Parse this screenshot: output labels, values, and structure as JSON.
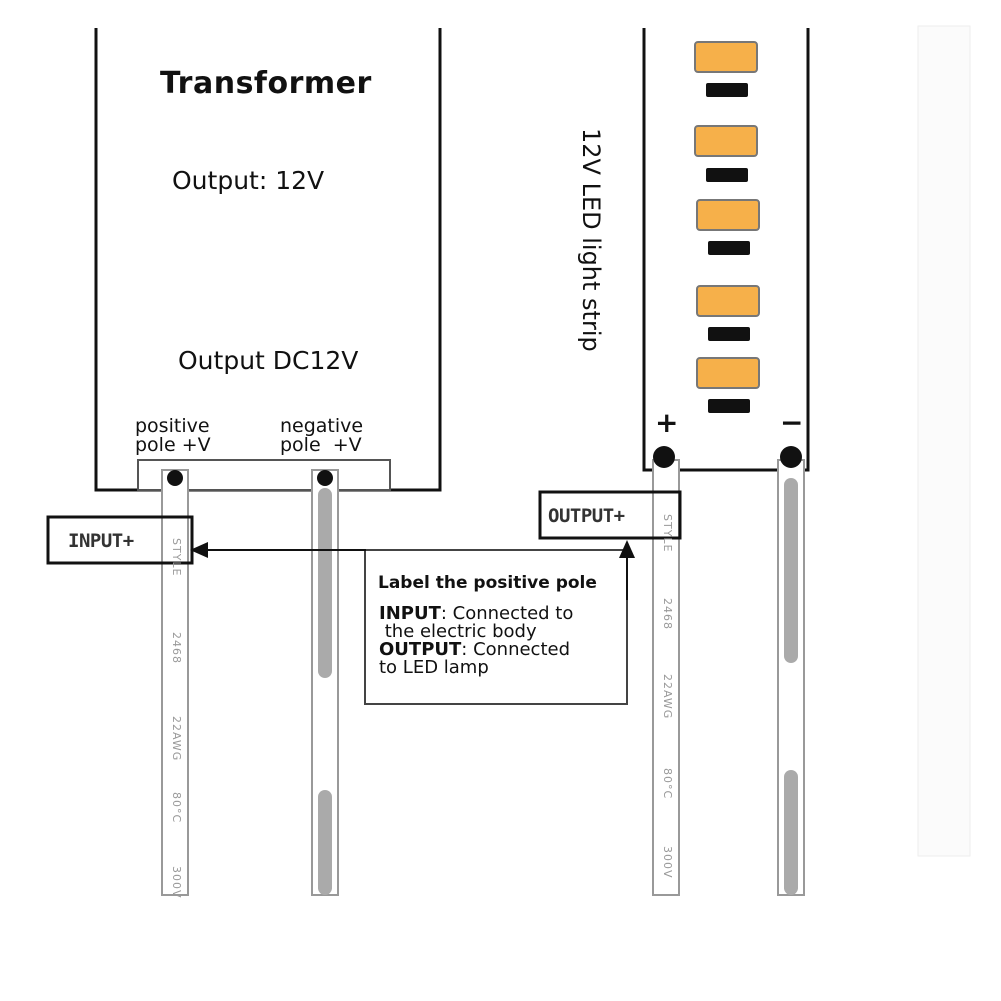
{
  "transformer": {
    "title": "Transformer",
    "output_voltage": "Output: 12V",
    "output_dc": "Output DC12V",
    "positive_pole": [
      "positive",
      "pole +V"
    ],
    "negative_pole": [
      "negative",
      "pole  +V"
    ]
  },
  "strip": {
    "label": "12V LED light strip",
    "plus_sign": "+",
    "minus_sign": "−",
    "led_color": "#f6b04a"
  },
  "tags": {
    "input": "INPUT+",
    "output": "OUTPUT+"
  },
  "note": {
    "title": "Label the positive pole",
    "input_key": "INPUT",
    "input_text": ": Connected to",
    "input_text2": " the electric body",
    "output_key": "OUTPUT",
    "output_text": ": Connected",
    "output_text2": "to LED lamp"
  },
  "wire_print": {
    "style": "STYLE",
    "code": "2468",
    "gauge": "22AWG",
    "temp": "80°C",
    "volt": "300V"
  }
}
